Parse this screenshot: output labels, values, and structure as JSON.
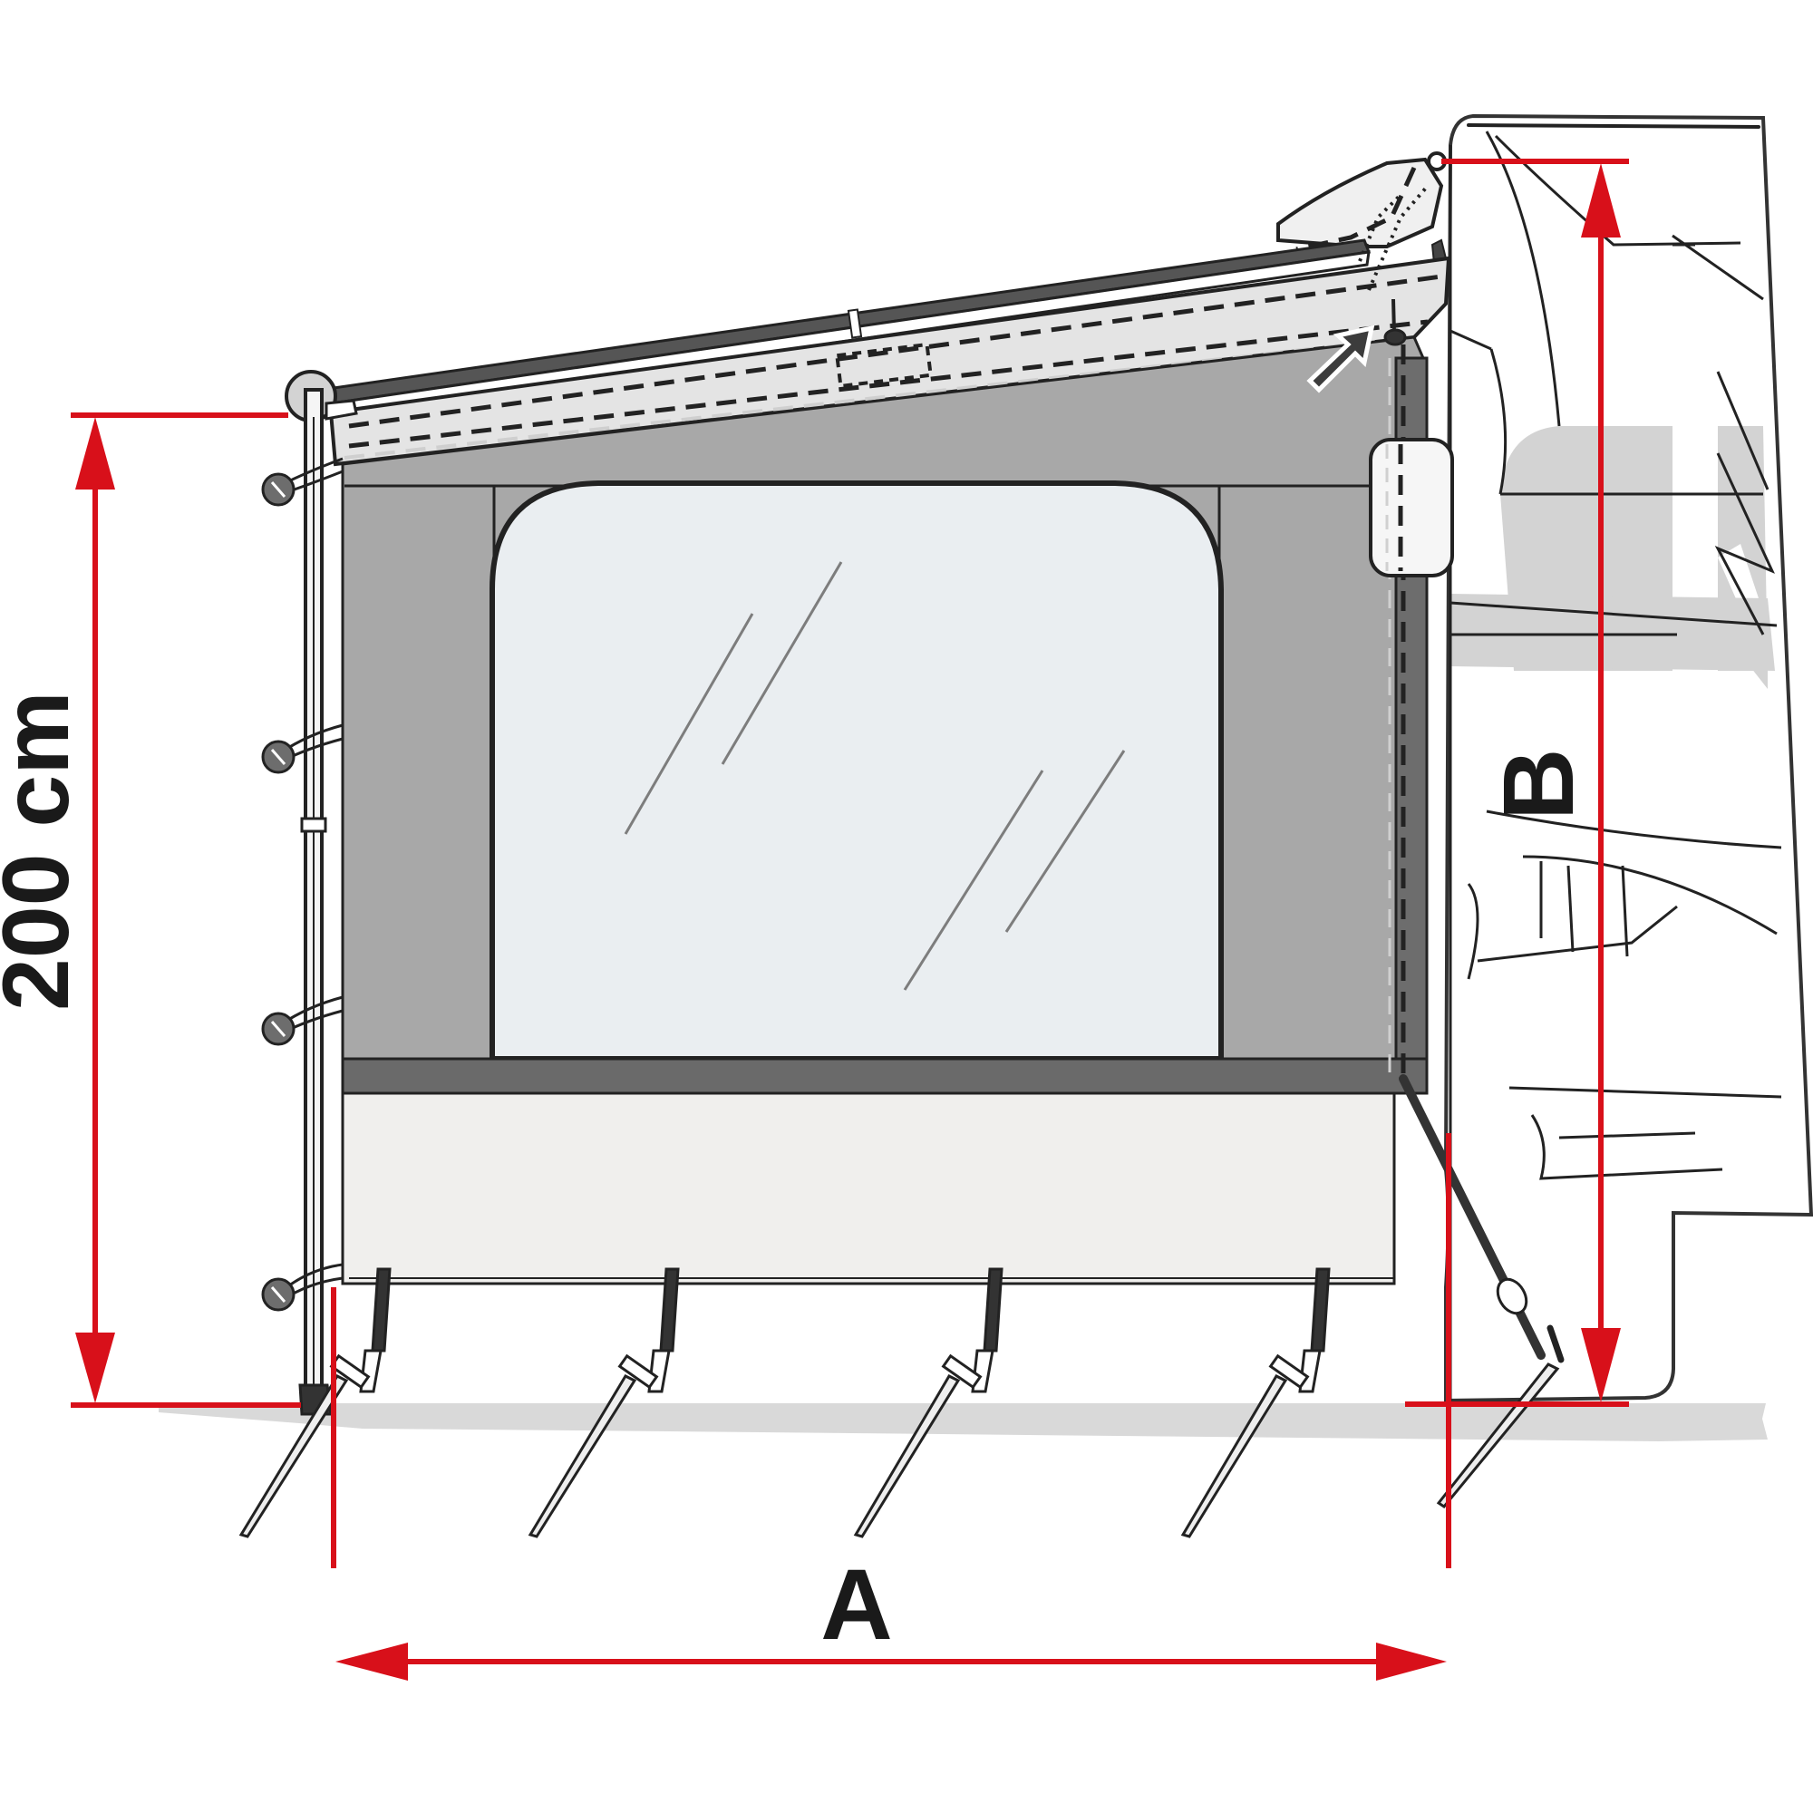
{
  "diagram": {
    "subject": "Awning side panel with window attached to vehicle",
    "labels": {
      "height_dimension": "200 cm",
      "width_dimension": "A",
      "vehicle_height_dimension": "B"
    },
    "colors": {
      "dimension_red": "#d8101a",
      "panel_grey": "#a8a8a8",
      "panel_dark_band": "#6a6a6a",
      "window_glass": "#eaeef1",
      "skirt": "#f0efed",
      "valance": "#e2e2e2",
      "vehicle_fill": "#ffffff",
      "vehicle_shade": "#d3d3d3",
      "ground_shadow": "#d9d9d9",
      "outline": "#222222"
    },
    "parts": {
      "pole": "support-pole",
      "guy_lines": 4,
      "straps": 4,
      "pegs": 5,
      "arrow_hint": "insert-panel-into-awning-rail-arrow"
    }
  }
}
